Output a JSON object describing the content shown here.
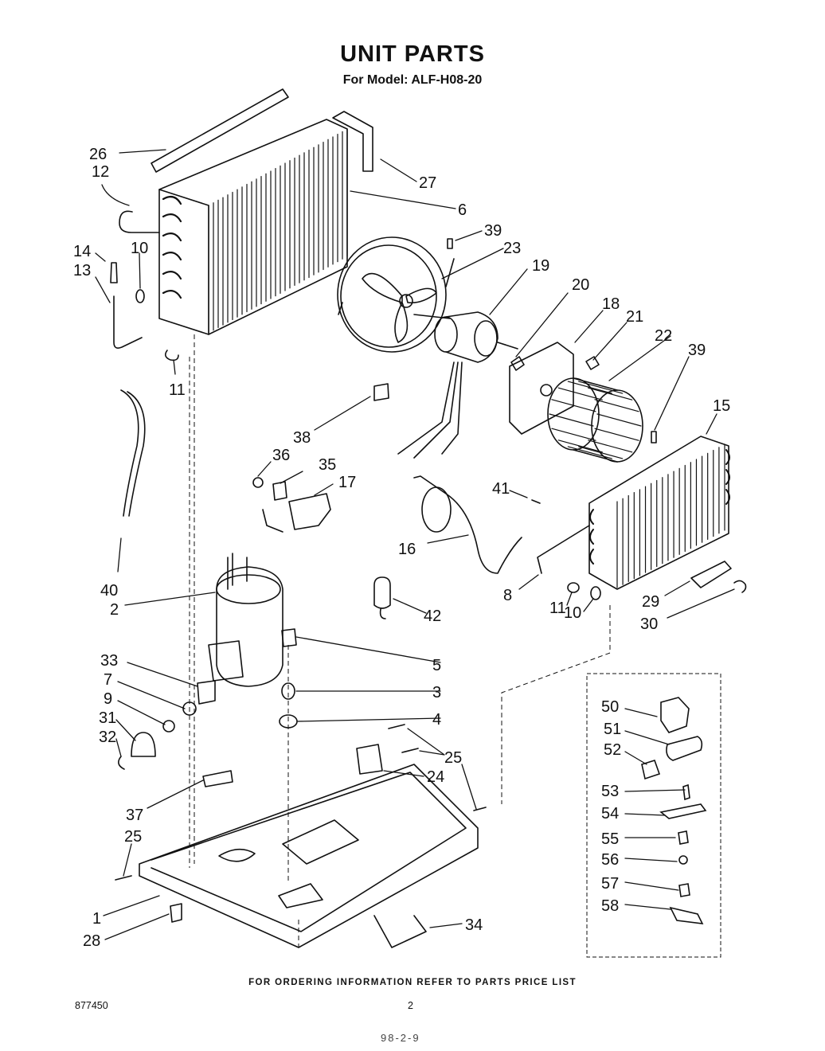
{
  "header": {
    "title": "UNIT PARTS",
    "model_line": "For Model: ALF-H08-20"
  },
  "footer": {
    "ordering_note": "FOR ORDERING INFORMATION REFER TO PARTS PRICE LIST",
    "doc_number": "877450",
    "page_number": "2",
    "stamp": "98-2-9"
  },
  "callouts": [
    "26",
    "12",
    "14",
    "13",
    "10",
    "11",
    "27",
    "6",
    "39",
    "23",
    "19",
    "20",
    "18",
    "21",
    "22",
    "39",
    "15",
    "38",
    "36",
    "35",
    "17",
    "41",
    "16",
    "8",
    "11",
    "10",
    "29",
    "30",
    "40",
    "2",
    "42",
    "33",
    "7",
    "9",
    "31",
    "32",
    "5",
    "3",
    "4",
    "25",
    "24",
    "37",
    "25",
    "1",
    "28",
    "34",
    "50",
    "51",
    "52",
    "53",
    "54",
    "55",
    "56",
    "57",
    "58"
  ]
}
